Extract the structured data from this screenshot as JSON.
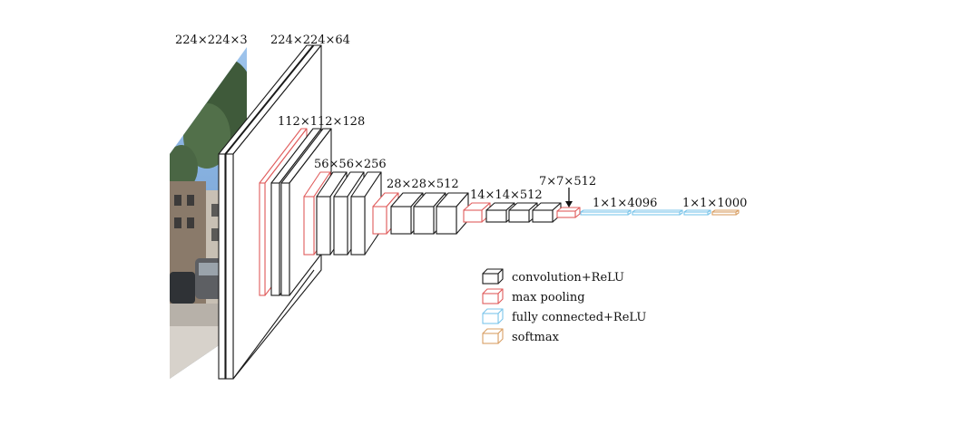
{
  "colors": {
    "conv": "#1a1a1a",
    "pool": "#e05c5c",
    "fc": "#7cc5ea",
    "softmax": "#d9a066",
    "face": "#ffffff"
  },
  "input_image": {
    "icon": "street-photo"
  },
  "labels": {
    "input": "224×224×3",
    "conv1": "224×224×64",
    "conv2": "112×112×128",
    "conv3": "56×56×256",
    "conv4": "28×28×512",
    "conv5": "14×14×512",
    "pool5": "7×7×512",
    "fc": "1×1×4096",
    "softmax": "1×1×1000"
  },
  "legend": [
    {
      "key": "conv",
      "label": "convolution+ReLU"
    },
    {
      "key": "pool",
      "label": "max pooling"
    },
    {
      "key": "fc",
      "label": "fully connected+ReLU"
    },
    {
      "key": "softmax",
      "label": "softmax"
    }
  ]
}
